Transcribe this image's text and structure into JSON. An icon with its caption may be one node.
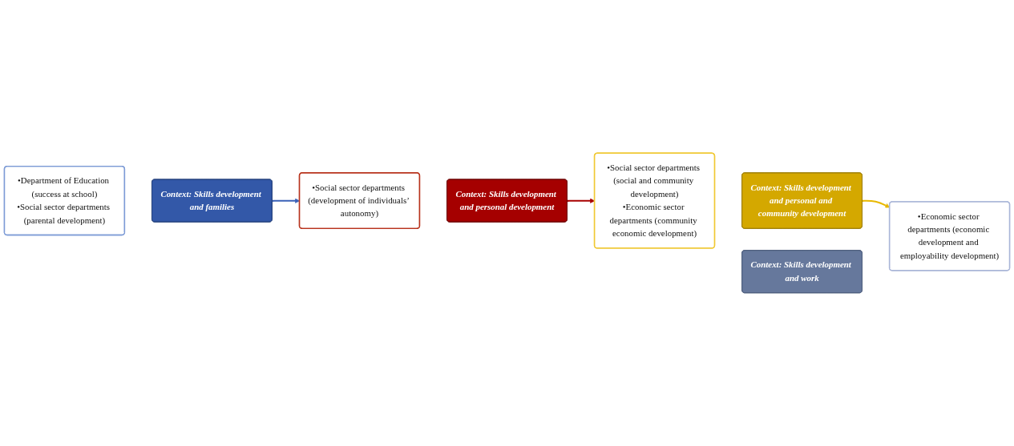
{
  "diagram": {
    "nodes": [
      {
        "text": [
          "•Department of Education (success at school)",
          "•Social sector departments (parental development)"
        ]
      },
      {
        "text": [
          "Context: Skills development and families"
        ]
      },
      {
        "text": [
          "Context: Skills development and personal development"
        ]
      },
      {
        "text": [
          "•Social sector departments (development of individuals’ autonomy)"
        ]
      },
      {
        "text": [
          "•Social sector departments (social and community development)",
          "•Economic sector departments (community economic development)"
        ]
      },
      {
        "text": [
          "Context: Skills development and personal and community development"
        ]
      },
      {
        "text": [
          "Context: Skills development and work"
        ]
      },
      {
        "text": [
          "•Economic sector departments (economic development and employability development)"
        ]
      }
    ],
    "edges": [
      {
        "from": 1,
        "to": 3,
        "arrow": "to",
        "color": "#3a62b8"
      },
      {
        "from": 2,
        "to": 4,
        "arrow": "to",
        "color": "#a80000"
      },
      {
        "from": 5,
        "to": 7,
        "arrow": "to",
        "color": "#e8b800"
      }
    ]
  }
}
